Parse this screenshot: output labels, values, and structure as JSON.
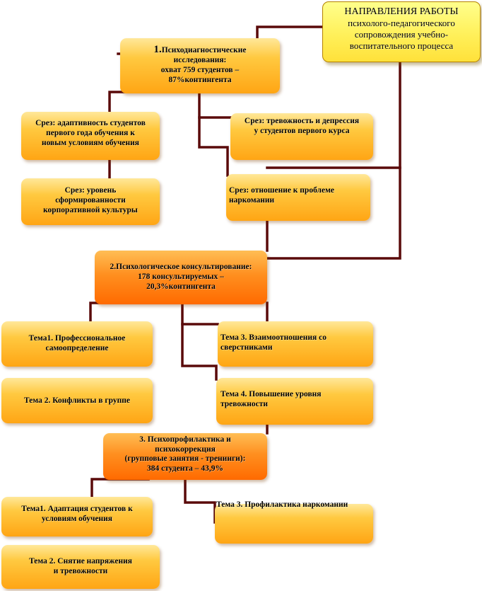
{
  "title": {
    "line1": "НАПРАВЛЕНИЯ РАБОТЫ",
    "line2": "психолого-педагогического",
    "line3": "сопровождения учебно-",
    "line4": "воспитательного процесса"
  },
  "section1": {
    "number": "1.",
    "line1": "Психодиагностические",
    "line2": "исследования:",
    "line3": "охват 759 студентов –",
    "line4": "87%контингента"
  },
  "s1_items": {
    "adaptivity": [
      "Срез: адаптивность студентов",
      "первого года обучения к",
      "новым условиям обучения"
    ],
    "corporate": [
      "Срез: уровень",
      "сформированности",
      "корпоративной культуры"
    ],
    "anxiety": [
      "Срез: тревожность и депрессия",
      "у студентов первого курса"
    ],
    "drugs": [
      "Срез: отношение к проблеме",
      "наркомании"
    ]
  },
  "section2": {
    "line1": "2.Психологическое консультирование:",
    "line2": "178  консультируемых –",
    "line3": "20,3%контингента"
  },
  "s2_items": {
    "t1": [
      "Тема1. Профессиональное",
      "самоопределение"
    ],
    "t2": [
      "Тема 2. Конфликты в группе"
    ],
    "t3": [
      "Тема 3. Взаимоотношения со",
      "сверстниками"
    ],
    "t4": [
      "Тема 4. Повышение уровня",
      "тревожности"
    ]
  },
  "section3": {
    "line1": "3. Психопрофилактика и",
    "line2": "психокоррекция",
    "line3": "(групповые занятия - тренинги):",
    "line4": "384 студента – 43,9%"
  },
  "s3_items": {
    "t1": [
      "Тема1. Адаптация студентов к",
      "условиям обучения"
    ],
    "t2": [
      "Тема 2. Снятие напряжения",
      "и тревожности"
    ],
    "t3": [
      "Тема 3. Профилактика наркомании"
    ]
  },
  "colors": {
    "connector": "#5a0a0a",
    "box_light": "#ffc940",
    "box_main": "#ff7a0a",
    "title_box": "#fff05a"
  }
}
